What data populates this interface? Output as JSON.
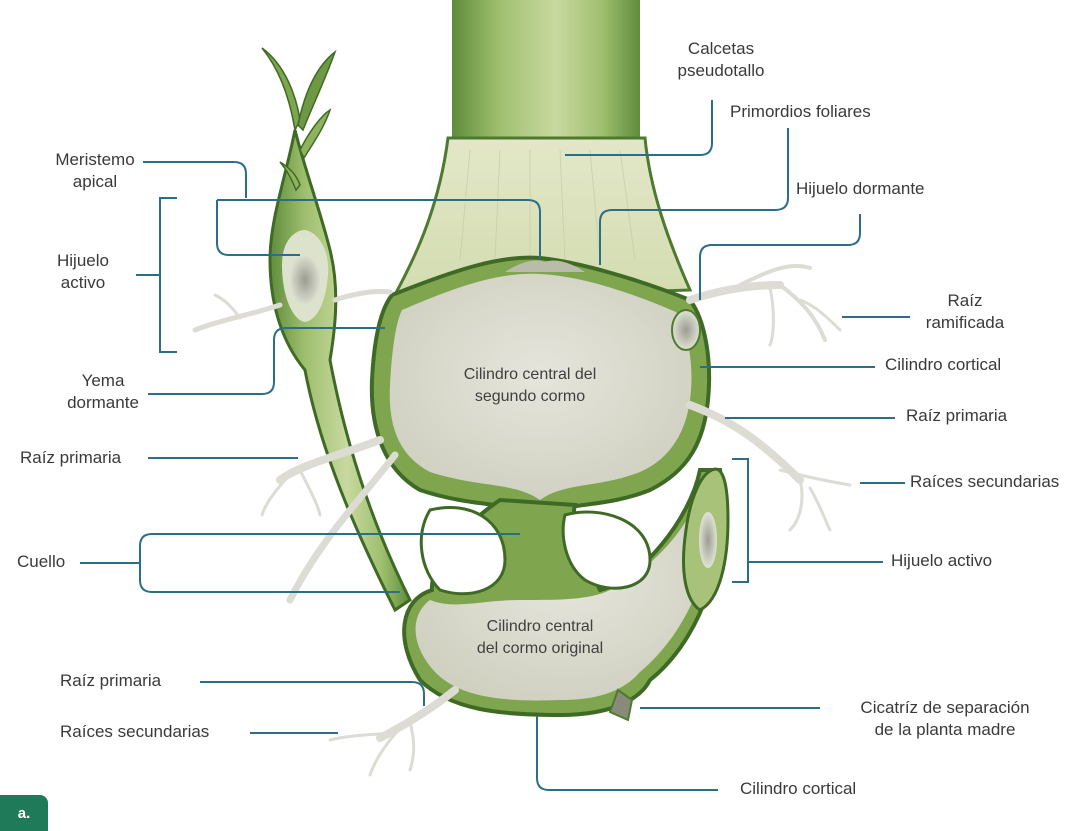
{
  "labels": {
    "calcetas": "Calcetas\npseudotallo",
    "primordios": "Primordios foliares",
    "meristemo": "Meristemo\napical",
    "hijuelo_dormante": "Hijuelo dormante",
    "hijuelo_activo_left": "Hijuelo\nactivo",
    "raiz_ramificada": "Raíz\nramificada",
    "yema_dormante": "Yema\ndormante",
    "cilindro_cortical_right": "Cilindro cortical",
    "raiz_primaria_right": "Raíz primaria",
    "raiz_primaria_left": "Raíz primaria",
    "raices_secundarias_right": "Raíces secundarias",
    "cuello": "Cuello",
    "hijuelo_activo_right": "Hijuelo activo",
    "raiz_primaria_bottom": "Raíz primaria",
    "raices_secundarias_bottom": "Raíces secundarias",
    "cicatriz": "Cicatríz de separación\nde la planta madre",
    "cilindro_cortical_bottom": "Cilindro cortical"
  },
  "inner_labels": {
    "segundo_cormo": "Cilindro central del\nsegundo cormo",
    "cormo_original": "Cilindro central\ndel cormo original"
  },
  "badge": "a.",
  "colors": {
    "leader_line": "#2a6f86",
    "outer_green": "#5e8a3a",
    "mid_green": "#a9c27a",
    "light_green": "#d8e3b8",
    "core": "#dcdcd0",
    "badge": "#1f7a59"
  }
}
